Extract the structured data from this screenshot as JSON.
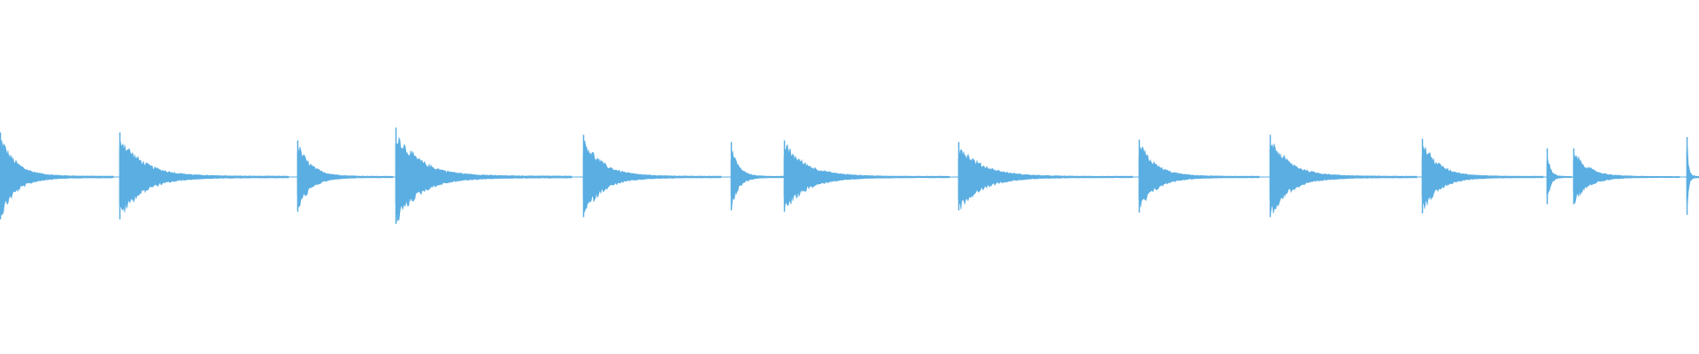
{
  "waveform": {
    "color": "#5aaee2",
    "background": "#ffffff",
    "duration_units": 1920,
    "amplitude_scale": 1.0,
    "transients": [
      {
        "start": 0,
        "end": 128,
        "peak": 0.56
      },
      {
        "start": 135,
        "end": 326,
        "peak": 0.56
      },
      {
        "start": 336,
        "end": 444,
        "peak": 0.46
      },
      {
        "start": 447,
        "end": 646,
        "peak": 0.62
      },
      {
        "start": 659,
        "end": 815,
        "peak": 0.53
      },
      {
        "start": 826,
        "end": 886,
        "peak": 0.44
      },
      {
        "start": 886,
        "end": 1073,
        "peak": 0.46
      },
      {
        "start": 1083,
        "end": 1280,
        "peak": 0.44
      },
      {
        "start": 1287,
        "end": 1423,
        "peak": 0.47
      },
      {
        "start": 1435,
        "end": 1601,
        "peak": 0.53
      },
      {
        "start": 1607,
        "end": 1744,
        "peak": 0.48
      },
      {
        "start": 1748,
        "end": 1776,
        "peak": 0.36
      },
      {
        "start": 1778,
        "end": 1898,
        "peak": 0.36
      },
      {
        "start": 1906,
        "end": 1920,
        "peak": 0.5
      }
    ]
  }
}
